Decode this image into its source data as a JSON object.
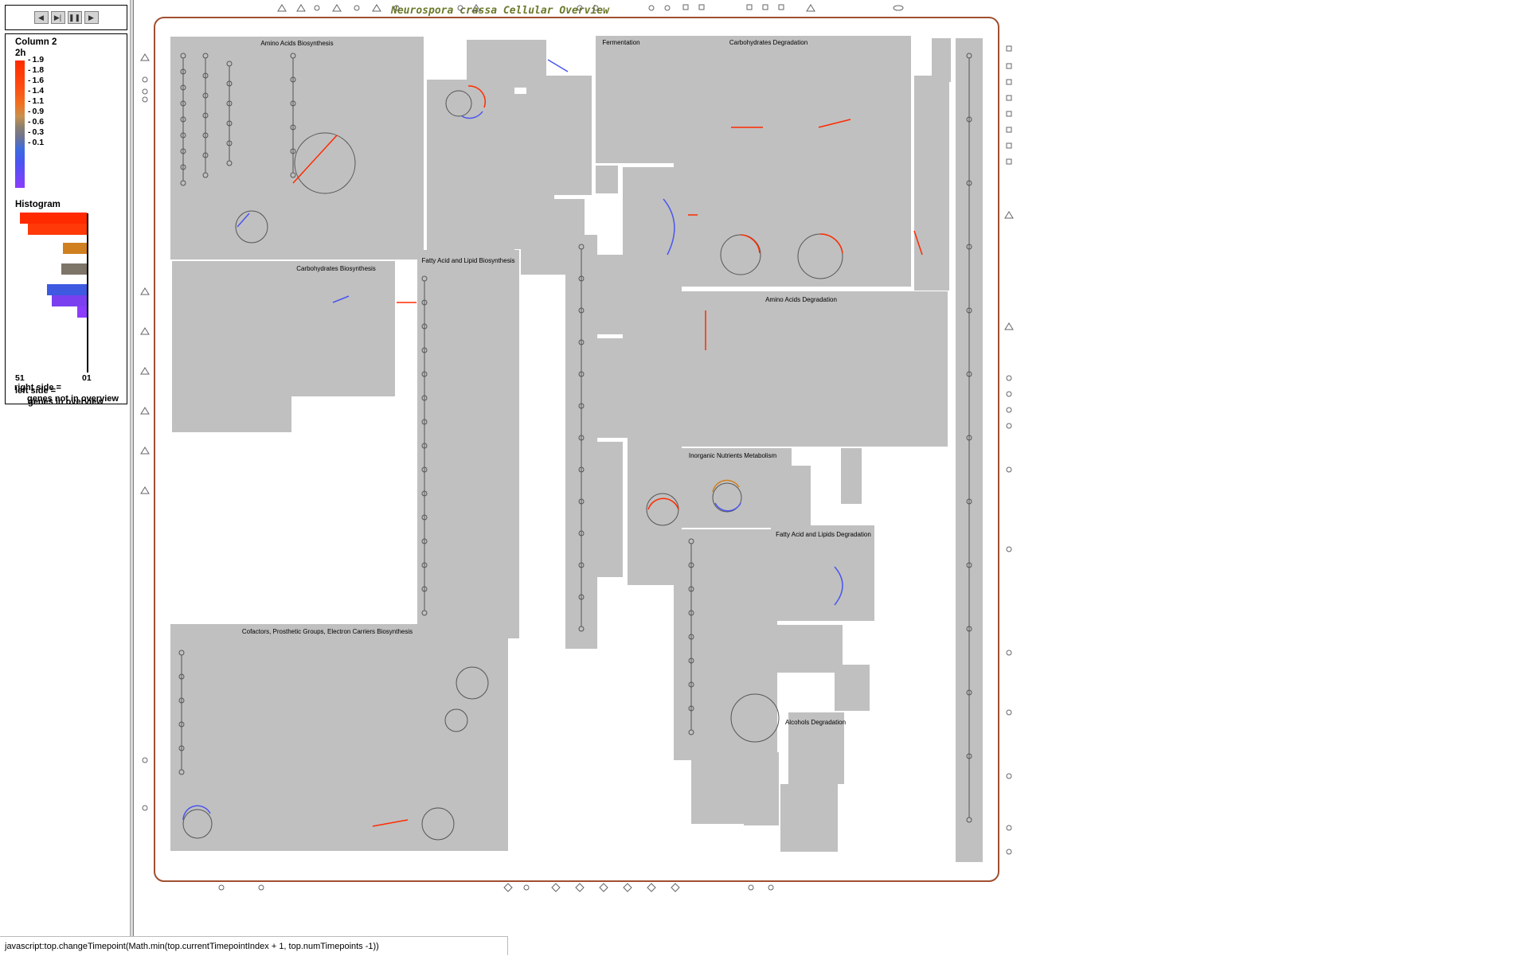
{
  "controls": {
    "buttons": [
      {
        "name": "previous-timepoint-button",
        "glyph": "◀"
      },
      {
        "name": "play-button",
        "glyph": "▶|"
      },
      {
        "name": "pause-button",
        "glyph": "❚❚"
      },
      {
        "name": "next-timepoint-button",
        "glyph": "▶"
      }
    ]
  },
  "legend": {
    "title": "Column 2",
    "subtitle": "2h",
    "ticks": [
      "1.9",
      "1.8",
      "1.6",
      "1.4",
      "1.1",
      "0.9",
      "0.6",
      "0.3",
      "0.1"
    ],
    "histogram_title": "Histogram",
    "histogram_left_label": "51",
    "histogram_right_label": "01",
    "note_lines": [
      "left side =",
      "genes in overview",
      "right side =",
      "genes not in overview"
    ],
    "colors": {
      "high": "#ff2a00",
      "mid": "#8a8070",
      "low": "#8a3cff",
      "orange": "#d08020",
      "gray": "#7d7568",
      "blue": "#3d5ae0",
      "violet": "#7a40f0"
    }
  },
  "diagram": {
    "title": "Neurospora crassa Cellular Overview",
    "regions": [
      {
        "label": "Amino Acids Biosynthesis"
      },
      {
        "label": "Carbohydrates Biosynthesis"
      },
      {
        "label": "Fatty Acid and Lipid Biosynthesis"
      },
      {
        "label": "Fermentation"
      },
      {
        "label": "Carbohydrates Degradation"
      },
      {
        "label": "Amino Acids Degradation"
      },
      {
        "label": "Inorganic Nutrients Metabolism"
      },
      {
        "label": "Fatty Acid and Lipids Degradation"
      },
      {
        "label": "Cofactors, Prosthetic Groups, Electron Carriers Biosynthesis"
      },
      {
        "label": "Alcohols Degradation"
      }
    ]
  },
  "status_bar": {
    "text": "javascript:top.changeTimepoint(Math.min(top.currentTimepointIndex + 1, top.numTimepoints -1))"
  }
}
